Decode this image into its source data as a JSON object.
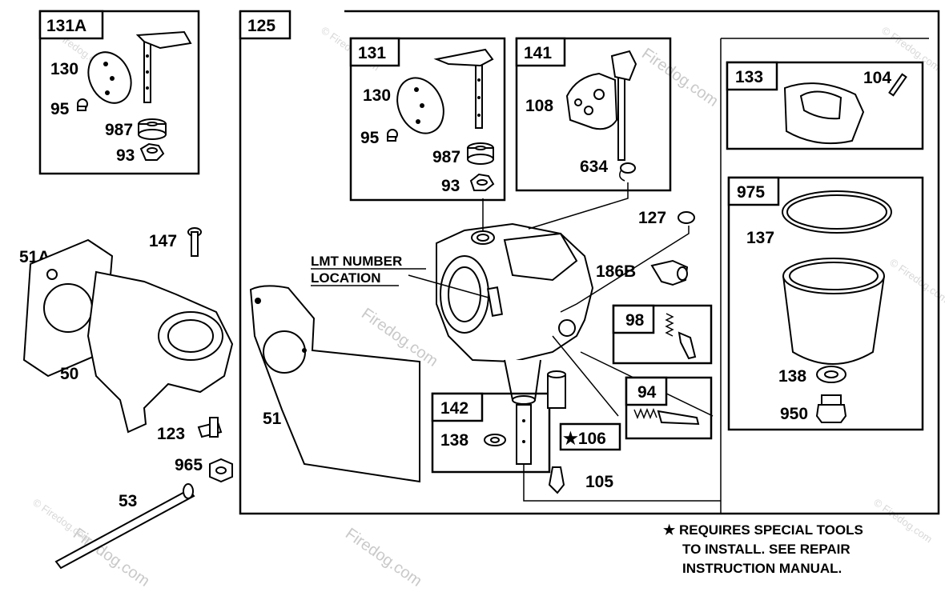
{
  "diagram": {
    "boxes": {
      "box_131a": "131A",
      "box_125": "125",
      "box_131": "131",
      "box_141": "141",
      "box_133": "133",
      "box_975": "975",
      "box_98": "98",
      "box_94": "94",
      "box_142": "142"
    },
    "parts": {
      "p130a": "130",
      "p95a": "95",
      "p987a": "987",
      "p93a": "93",
      "p130b": "130",
      "p95b": "95",
      "p987b": "987",
      "p93b": "93",
      "p108": "108",
      "p634": "634",
      "p104": "104",
      "p137": "137",
      "p138a": "138",
      "p950": "950",
      "p127": "127",
      "p186b": "186B",
      "p51a": "51A",
      "p147": "147",
      "p50": "50",
      "p51": "51",
      "p123": "123",
      "p965": "965",
      "p53": "53",
      "p138b": "138",
      "p106": "★106",
      "p105": "105"
    },
    "lmt_line1": "LMT NUMBER",
    "lmt_line2": "LOCATION",
    "note_line1": "★ REQUIRES SPECIAL TOOLS",
    "note_line2": "TO INSTALL.  SEE REPAIR",
    "note_line3": "INSTRUCTION MANUAL.",
    "watermark_site": "Firedog.com",
    "watermark_small": "© Firedog.com"
  }
}
